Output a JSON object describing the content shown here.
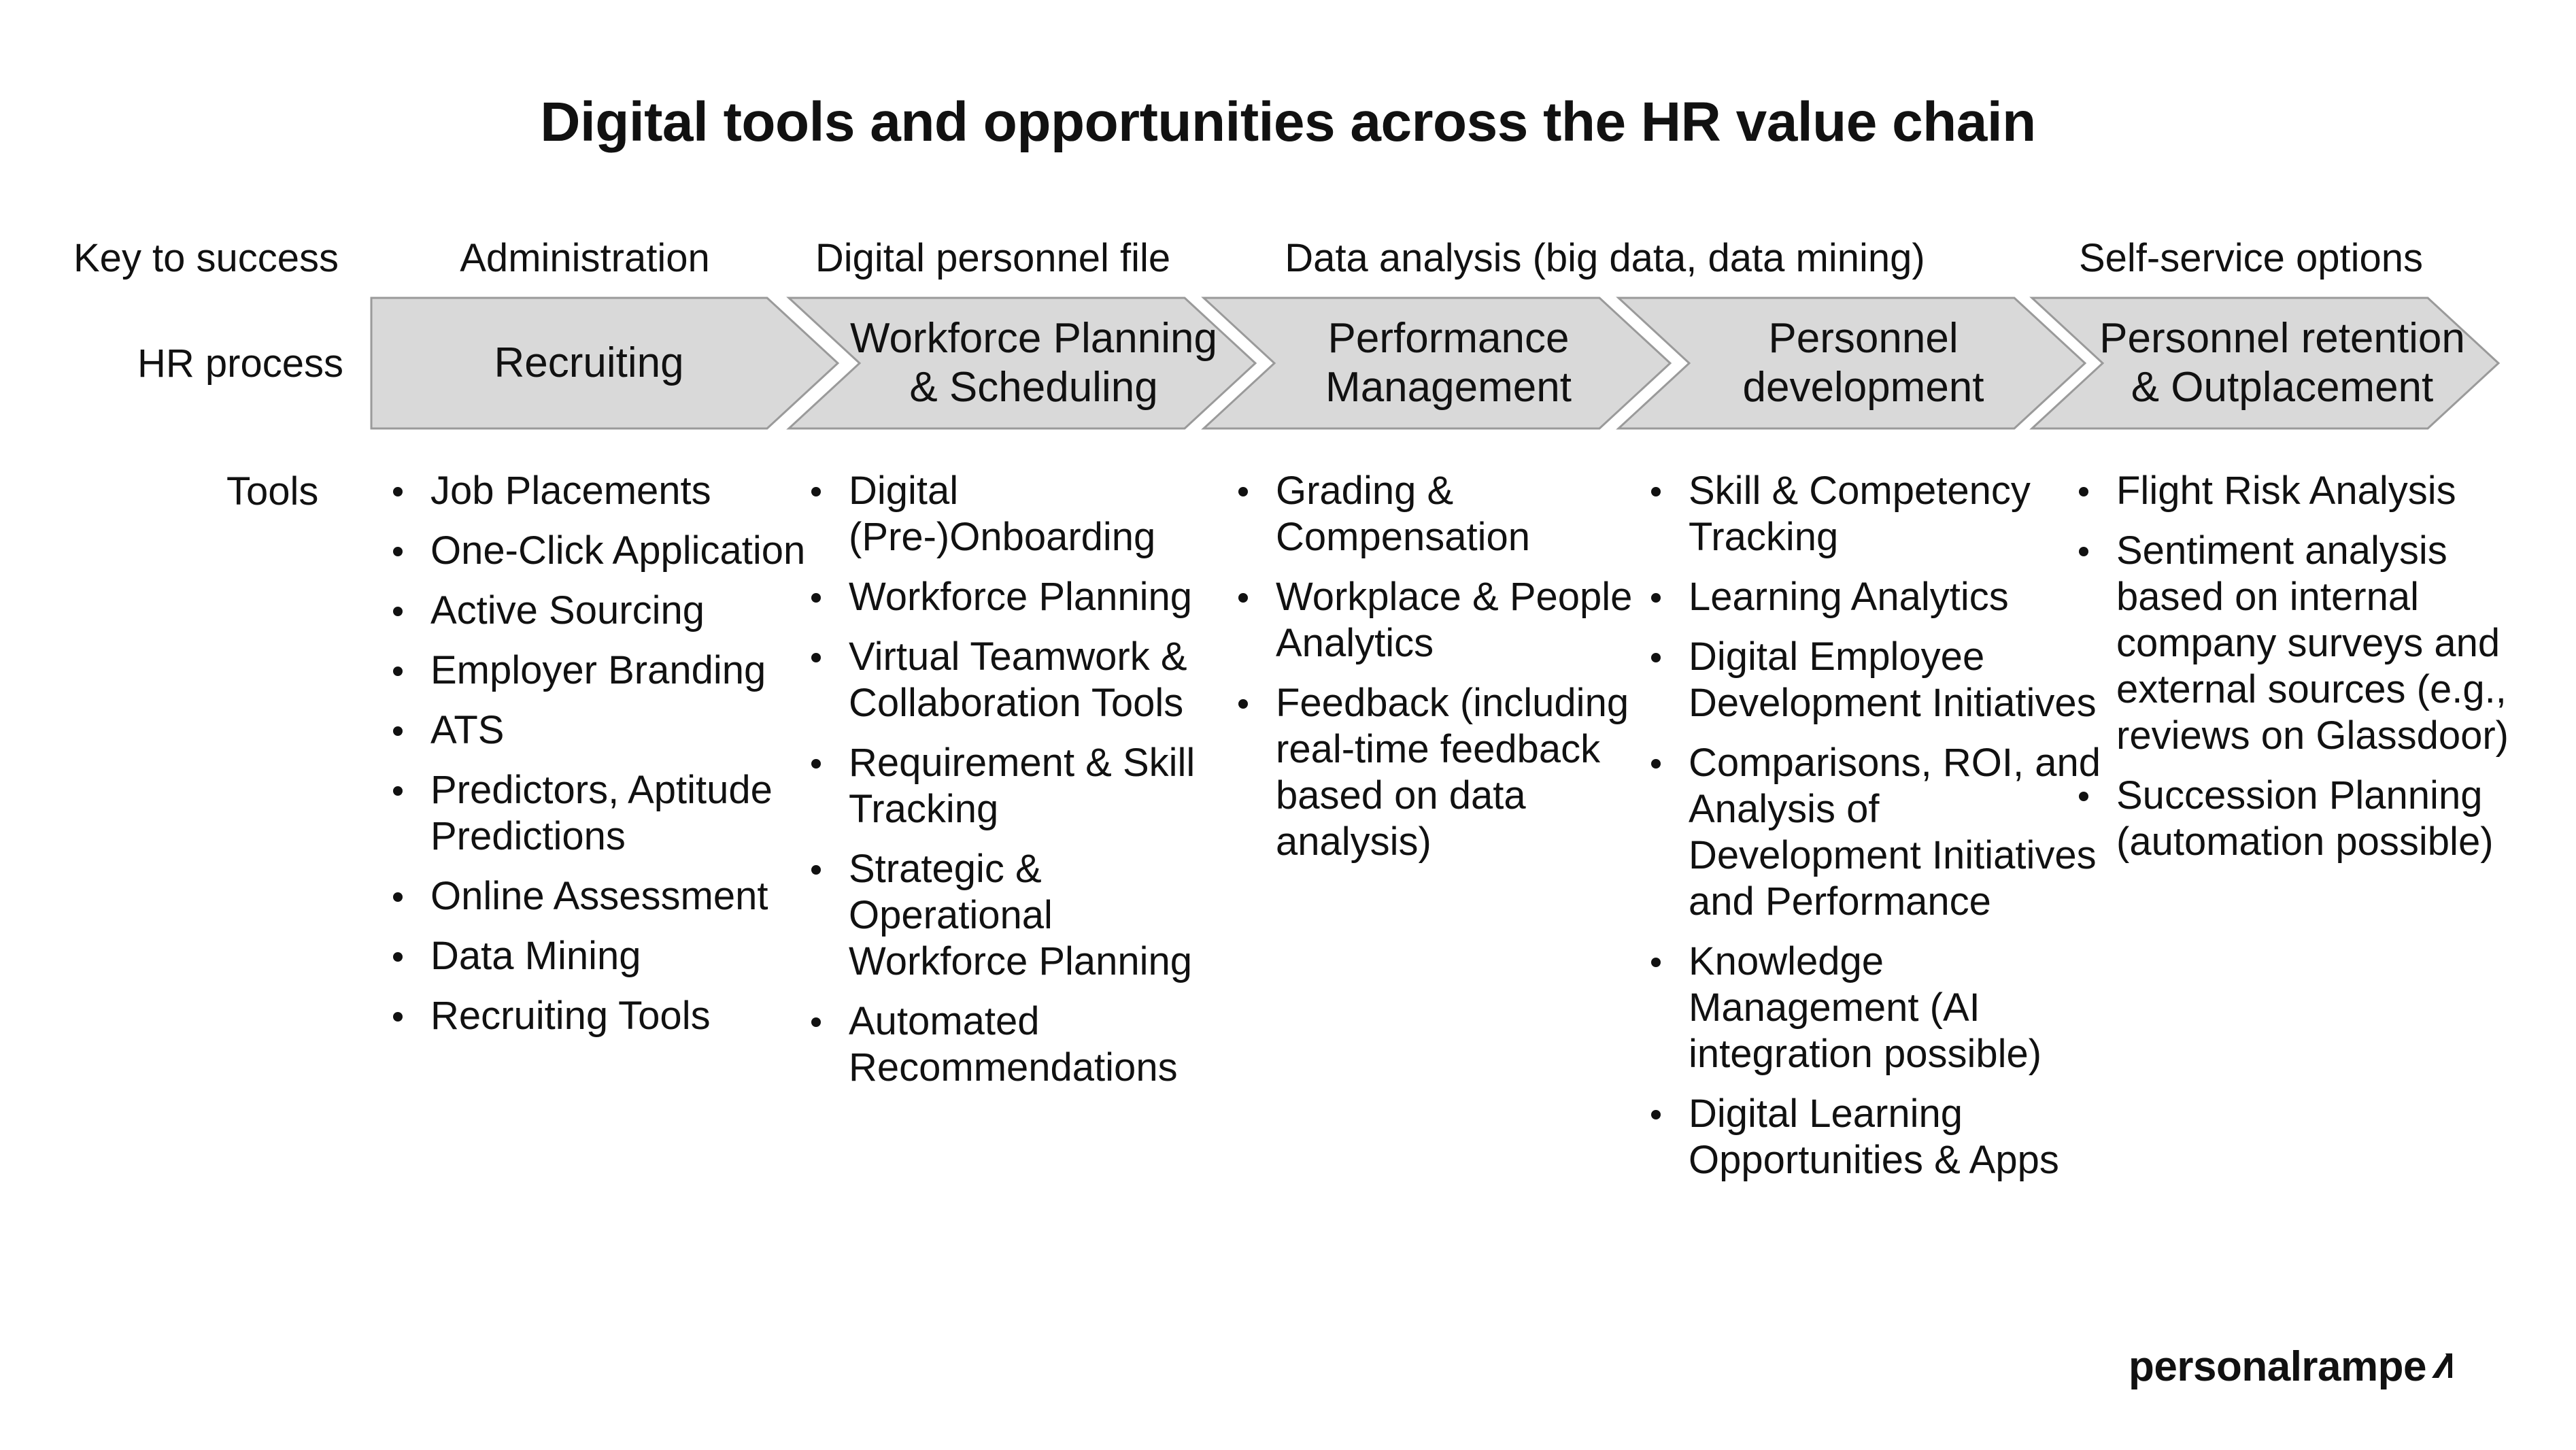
{
  "title": "Digital tools and opportunities across the HR value chain",
  "row_labels": {
    "key": "Key to success",
    "process": "HR process",
    "tools": "Tools"
  },
  "keys": [
    "Administration",
    "Digital personnel file",
    "Data analysis (big data, data mining)",
    "Self-service options"
  ],
  "processes": [
    "Recruiting",
    "Workforce Planning\n& Scheduling",
    "Performance\nManagement",
    "Personnel\ndevelopment",
    "Personnel retention\n& Outplacement"
  ],
  "tools": [
    [
      "Job Placements",
      "One-Click Application",
      "Active Sourcing",
      "Employer Branding",
      "ATS",
      "Predictors, Aptitude Predictions",
      "Online Assessment",
      "Data Mining",
      "Recruiting Tools"
    ],
    [
      "Digital (Pre-)Onboarding",
      "Workforce Planning",
      "Virtual Teamwork & Collaboration Tools",
      "Requirement & Skill Tracking",
      "Strategic & Operational Workforce Planning",
      "Automated Recommendations"
    ],
    [
      "Grading & Compensation",
      "Workplace & People Analytics",
      "Feedback (including real-time feedback based on data analysis)"
    ],
    [
      "Skill & Competency Tracking",
      "Learning Analytics",
      "Digital Employee Development Initiatives",
      "Comparisons, ROI, and Analysis of Development Initiatives and Performance",
      "Knowledge Management (AI integration possible)",
      "Digital Learning Opportunities & Apps"
    ],
    [
      "Flight Risk Analysis",
      "Sentiment analysis based on internal company surveys and external sources (e.g., reviews on Glassdoor)",
      "Succession Planning (automation possible)"
    ]
  ],
  "logo": {
    "text": "personalrampe",
    "icon": "slash-arrow-icon"
  },
  "colors": {
    "chevron_fill": "#d9d9d9",
    "chevron_stroke": "#9a9a9a",
    "text": "#111111"
  }
}
